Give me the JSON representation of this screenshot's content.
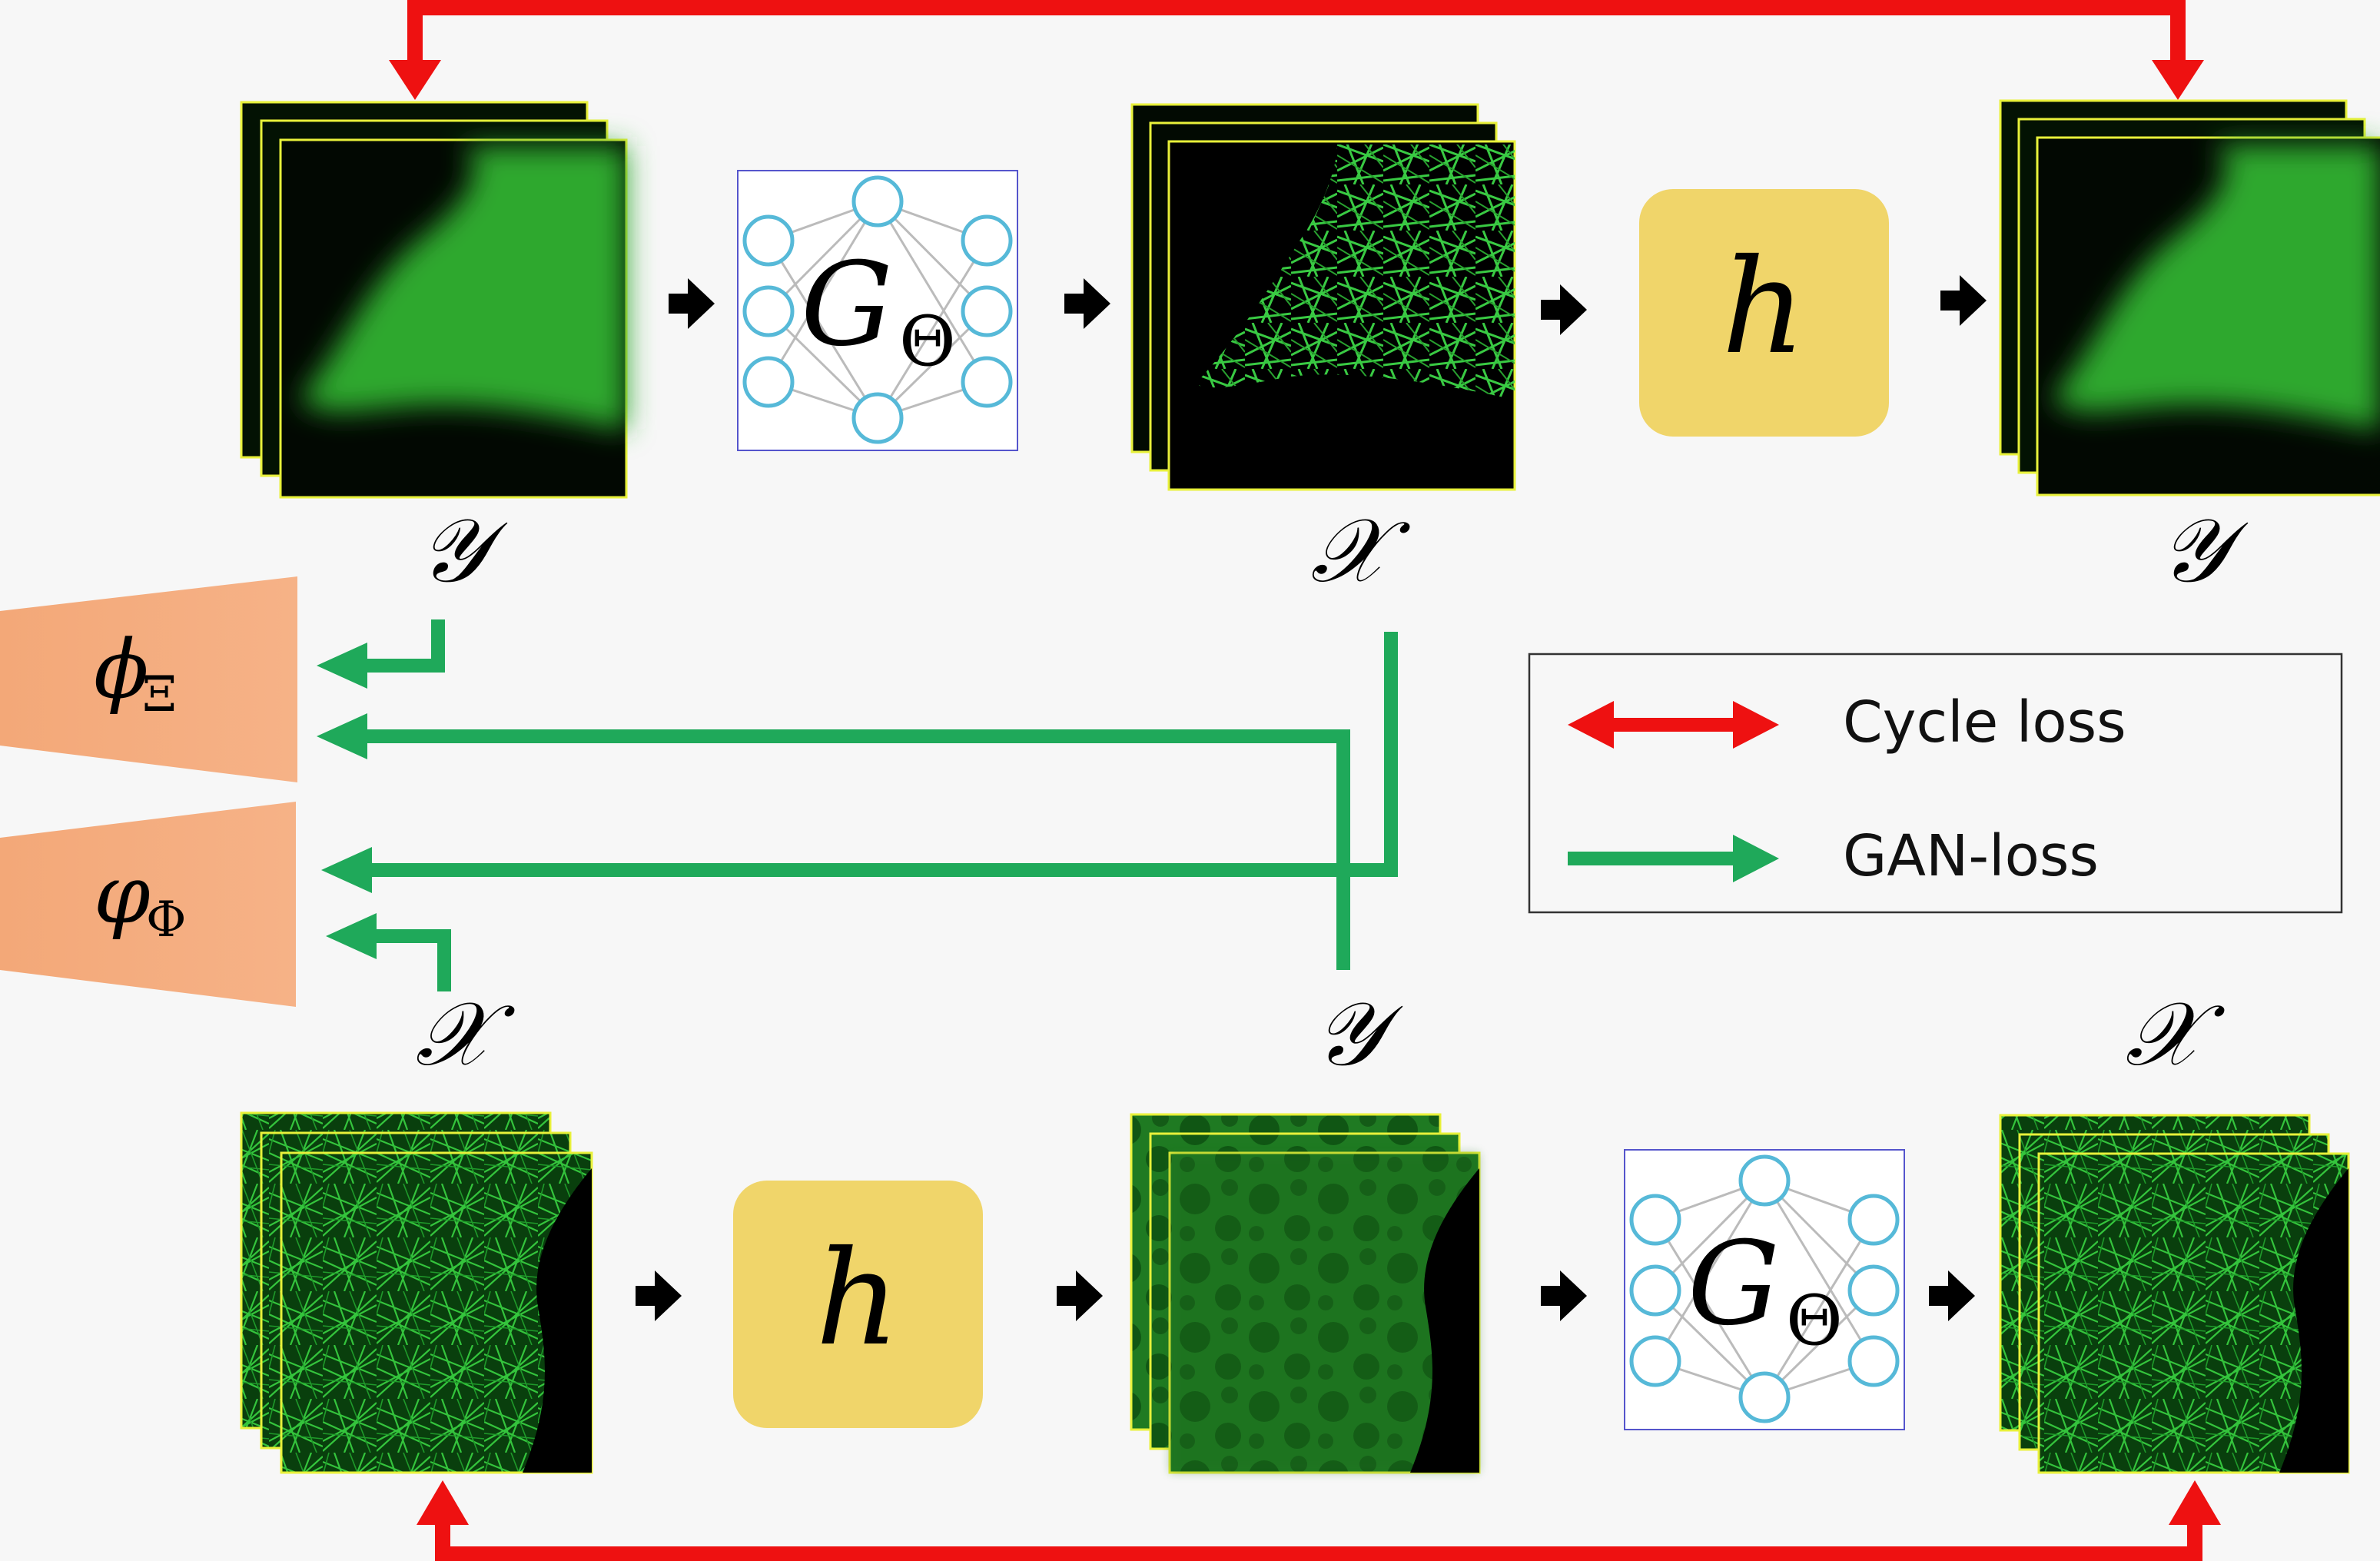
{
  "diagram": {
    "top_row": {
      "input_label": "𝒴",
      "generator_symbol": "G",
      "generator_subscript": "Θ",
      "middle_label": "𝒳",
      "operator_label": "h",
      "output_label": "𝒴"
    },
    "bottom_row": {
      "input_label": "𝒳",
      "operator_label": "h",
      "middle_label": "𝒴",
      "generator_symbol": "G",
      "generator_subscript": "Θ",
      "output_label": "𝒳"
    },
    "discriminators": {
      "top_symbol": "ϕ",
      "top_subscript": "Ξ",
      "bottom_symbol": "φ",
      "bottom_subscript": "Φ"
    },
    "legend": {
      "cycle_loss_label": "Cycle loss",
      "gan_loss_label": "GAN-loss"
    },
    "colors": {
      "cycle_loss": "#ee1111",
      "gan_loss": "#1fa95a",
      "discriminator": "#f4ad7c",
      "operator_box": "#f0d56a",
      "network_node": "#56b9d8",
      "image_frame": "#e8f13a",
      "background": "#f7f7f7"
    }
  }
}
